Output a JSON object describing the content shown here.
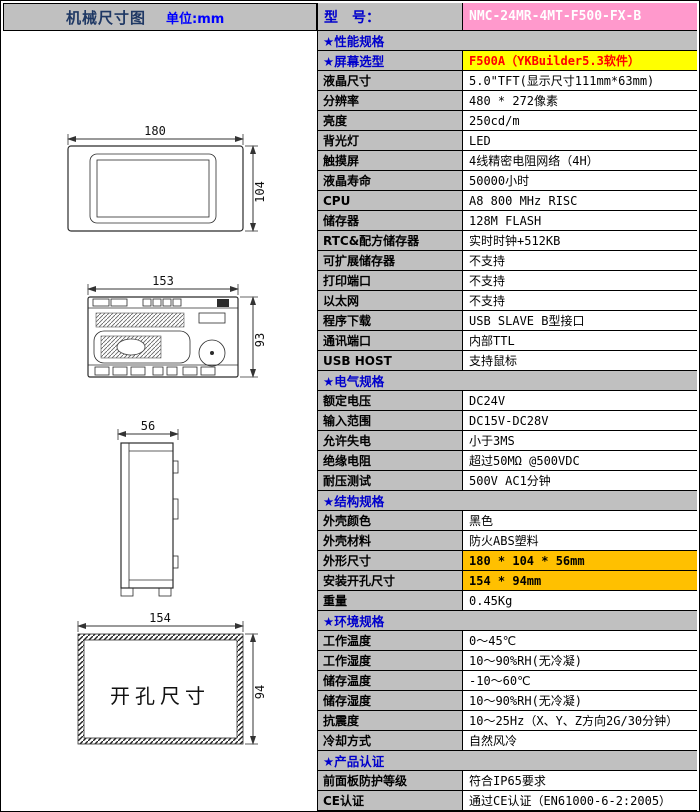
{
  "header": {
    "left_title": "机械尺寸图",
    "left_unit": "单位:mm",
    "model_label": "型　号：",
    "model_value": "NMC-24MR-4MT-F500-FX-B"
  },
  "colors": {
    "cell_gray": "#c0c0c0",
    "section_text_blue": "#0000cc",
    "model_value_bg_pink": "#ff99cc",
    "screen_row_bg_yellow": "#ffff00",
    "screen_row_text_red": "#ff0000",
    "dimension_row_bg_orange": "#ffc000",
    "unit_text_blue": "#0000ff"
  },
  "drawings": {
    "front": {
      "width_dim": "180",
      "height_dim": "104"
    },
    "back": {
      "width_dim": "153",
      "height_dim": "93"
    },
    "side": {
      "width_dim": "56"
    },
    "cutout": {
      "width_dim": "154",
      "height_dim": "94",
      "label": "开孔尺寸"
    }
  },
  "spec_table": {
    "rows": [
      {
        "kind": "section",
        "label": "★性能规格"
      },
      {
        "kind": "screen",
        "label": "★屏幕选型",
        "value": "F500A（YKBuilder5.3软件）"
      },
      {
        "kind": "normal",
        "label": "液晶尺寸",
        "value": "5.0\"TFT(显示尺寸111mm*63mm)"
      },
      {
        "kind": "normal",
        "label": "分辨率",
        "value": "480 * 272像素"
      },
      {
        "kind": "normal",
        "label": "亮度",
        "value": "250cd/m"
      },
      {
        "kind": "normal",
        "label": "背光灯",
        "value": "LED"
      },
      {
        "kind": "normal",
        "label": "触摸屏",
        "value": "4线精密电阻网络（4H）"
      },
      {
        "kind": "normal",
        "label": "液晶寿命",
        "value": "50000小时"
      },
      {
        "kind": "normal",
        "label": "CPU",
        "value": "A8 800 MHz RISC"
      },
      {
        "kind": "normal",
        "label": "储存器",
        "value": "128M FLASH"
      },
      {
        "kind": "normal",
        "label": "RTC&配方储存器",
        "value": "实时时钟+512KB"
      },
      {
        "kind": "normal",
        "label": "可扩展储存器",
        "value": "不支持"
      },
      {
        "kind": "normal",
        "label": "打印端口",
        "value": "不支持"
      },
      {
        "kind": "normal",
        "label": "以太网",
        "value": "不支持"
      },
      {
        "kind": "normal",
        "label": "程序下载",
        "value": "USB SLAVE B型接口"
      },
      {
        "kind": "normal",
        "label": "通讯端口",
        "value": "内部TTL"
      },
      {
        "kind": "normal",
        "label": "USB HOST",
        "value": "支持鼠标"
      },
      {
        "kind": "section",
        "label": "★电气规格"
      },
      {
        "kind": "normal",
        "label": "额定电压",
        "value": "DC24V"
      },
      {
        "kind": "normal",
        "label": "输入范围",
        "value": "DC15V-DC28V"
      },
      {
        "kind": "normal",
        "label": "允许失电",
        "value": "小于3MS"
      },
      {
        "kind": "normal",
        "label": "绝缘电阻",
        "value": "超过50MΩ @500VDC"
      },
      {
        "kind": "normal",
        "label": "耐压测试",
        "value": "500V AC1分钟"
      },
      {
        "kind": "section",
        "label": "★结构规格"
      },
      {
        "kind": "normal",
        "label": "外壳颜色",
        "value": "黑色"
      },
      {
        "kind": "normal",
        "label": "外壳材料",
        "value": "防火ABS塑料"
      },
      {
        "kind": "dim",
        "label": "外形尺寸",
        "value": "180 * 104 * 56mm"
      },
      {
        "kind": "dim",
        "label": "安装开孔尺寸",
        "value": "154 * 94mm"
      },
      {
        "kind": "normal",
        "label": "重量",
        "value": "0.45Kg"
      },
      {
        "kind": "section",
        "label": "★环境规格"
      },
      {
        "kind": "normal",
        "label": "工作温度",
        "value": "0～45℃"
      },
      {
        "kind": "normal",
        "label": "工作湿度",
        "value": "10～90%RH(无冷凝)"
      },
      {
        "kind": "normal",
        "label": "储存温度",
        "value": "-10～60℃"
      },
      {
        "kind": "normal",
        "label": "储存湿度",
        "value": "10～90%RH(无冷凝)"
      },
      {
        "kind": "normal",
        "label": "抗震度",
        "value": "10～25Hz（X、Y、Z方向2G/30分钟）"
      },
      {
        "kind": "normal",
        "label": "冷却方式",
        "value": "自然风冷"
      },
      {
        "kind": "section",
        "label": "★产品认证"
      },
      {
        "kind": "normal",
        "label": "前面板防护等级",
        "value": "符合IP65要求"
      },
      {
        "kind": "normal",
        "label": "CE认证",
        "value": "通过CE认证（EN61000-6-2:2005）"
      }
    ]
  }
}
